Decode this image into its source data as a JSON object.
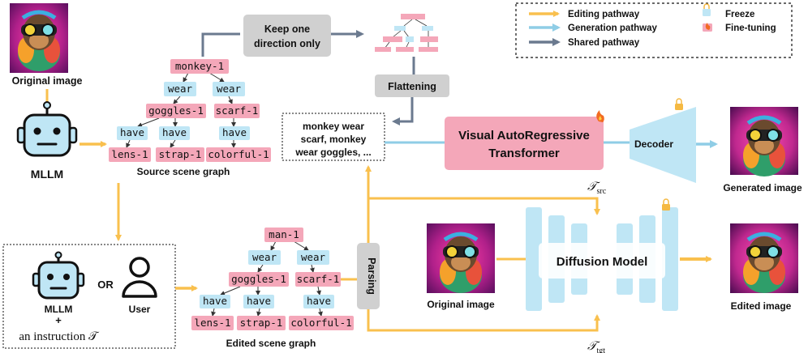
{
  "legend": {
    "editing": "Editing pathway",
    "generation": "Generation pathway",
    "shared": "Shared pathway",
    "freeze": "Freeze",
    "finetune": "Fine-tuning"
  },
  "labels": {
    "original_image_top": "Original image",
    "mllm_top": "MLLM",
    "source_graph": "Source scene graph",
    "keep_one": "Keep one",
    "direction_only": "direction only",
    "flattening": "Flattening",
    "text_line1": "monkey wear",
    "text_line2": "scarf, monkey",
    "text_line3": "wear goggles, ...",
    "var_line1": "Visual AutoRegressive",
    "var_line2": "Transformer",
    "decoder": "Decoder",
    "generated_image": "Generated image",
    "t_src_main": "𝒯",
    "t_src_sub": "src",
    "t_tgt_main": "𝒯",
    "t_tgt_sub": "tgt",
    "parsing": "Parsing",
    "mllm_bottom": "MLLM",
    "plus": "+",
    "instruction": "an instruction 𝒯",
    "or": "OR",
    "user": "User",
    "edited_graph": "Edited scene graph",
    "original_image_bottom": "Original image",
    "diffusion_model": "Diffusion Model",
    "edited_image": "Edited image"
  },
  "source_graph_nodes": {
    "root": "monkey-1",
    "wear_l": "wear",
    "wear_r": "wear",
    "goggles": "goggles-1",
    "scarf": "scarf-1",
    "have_1": "have",
    "have_2": "have",
    "have_3": "have",
    "lens": "lens-1",
    "strap": "strap-1",
    "colorful": "colorful-1"
  },
  "edited_graph_nodes": {
    "root": "man-1",
    "wear_l": "wear",
    "wear_r": "wear",
    "goggles": "goggles-1",
    "scarf": "scarf-1",
    "have_1": "have",
    "have_2": "have",
    "have_3": "have",
    "lens": "lens-1",
    "strap": "strap-1",
    "colorful": "colorful-1"
  },
  "colors": {
    "editing": "#f9c04e",
    "generation": "#8fcde6",
    "shared": "#6b7a8f",
    "entity": "#f4a7b9",
    "relation": "#bfe6f5",
    "var_block": "#f4a7b9",
    "decoder": "#bfe6f5",
    "diffusion": "#bfe6f5",
    "robot": "#bfe6f5"
  }
}
